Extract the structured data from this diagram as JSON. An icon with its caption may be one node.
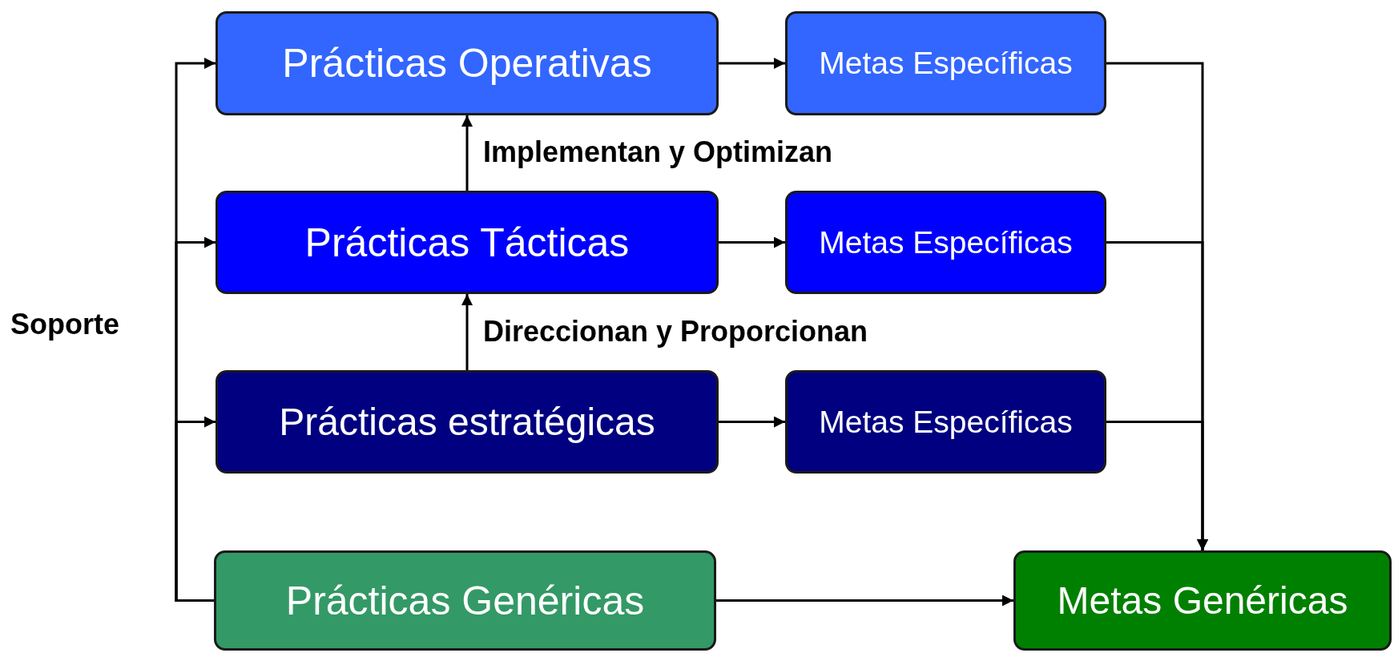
{
  "diagram": {
    "nodes": [
      {
        "text": [
          "Prácticas Operativas"
        ]
      },
      {
        "text": [
          "Metas Específicas"
        ]
      },
      {
        "text": [
          "Prácticas Tácticas"
        ]
      },
      {
        "text": [
          "Metas Específicas"
        ]
      },
      {
        "text": [
          "Prácticas estratégicas"
        ]
      },
      {
        "text": [
          "Metas Específicas"
        ]
      },
      {
        "text": [
          "Prácticas Genéricas"
        ]
      },
      {
        "text": [
          "Metas Genéricas"
        ]
      }
    ],
    "edges": [
      {
        "from": 6,
        "to": 0,
        "arrow": "to"
      },
      {
        "from": 6,
        "to": 2,
        "arrow": "to"
      },
      {
        "from": 6,
        "to": 4,
        "arrow": "to"
      },
      {
        "from": 2,
        "to": 0,
        "arrow": "to",
        "label": "Implementan y Optimizan"
      },
      {
        "from": 4,
        "to": 2,
        "arrow": "to",
        "label": "Direccionan y Proporcionan"
      },
      {
        "from": 0,
        "to": 1,
        "arrow": "to"
      },
      {
        "from": 2,
        "to": 3,
        "arrow": "to"
      },
      {
        "from": 4,
        "to": 5,
        "arrow": "to"
      },
      {
        "from": 1,
        "to": 7,
        "arrow": "to"
      },
      {
        "from": 3,
        "to": 7,
        "arrow": "to"
      },
      {
        "from": 5,
        "to": 7,
        "arrow": "to"
      },
      {
        "from": 6,
        "to": 7,
        "arrow": "to"
      }
    ],
    "labels": [
      "Soporte"
    ]
  }
}
